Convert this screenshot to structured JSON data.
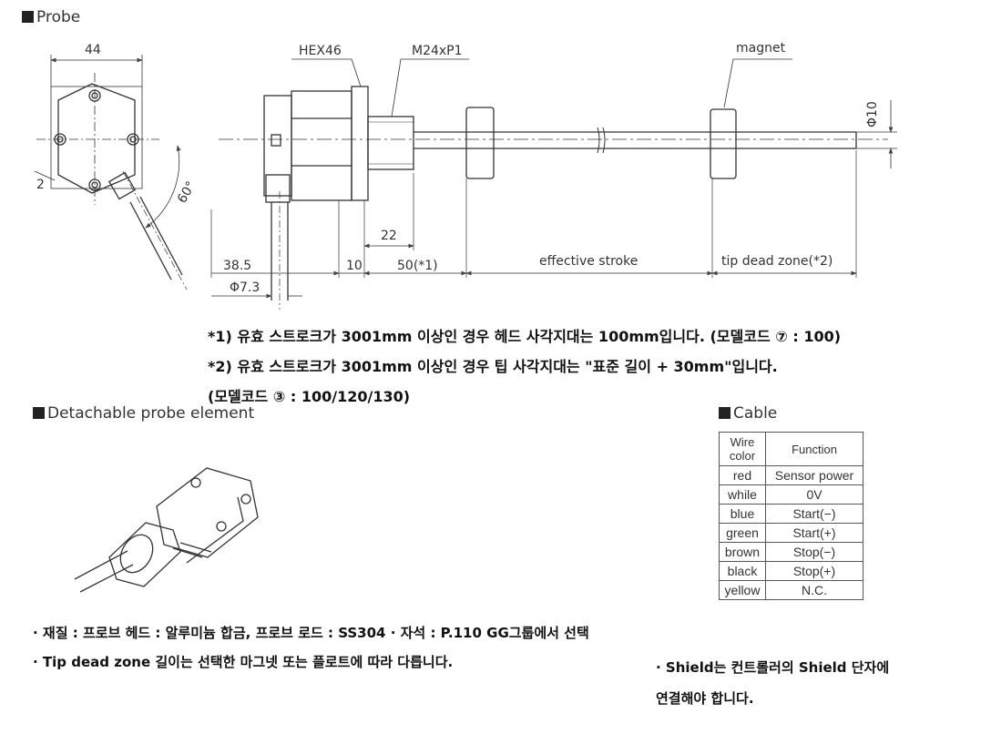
{
  "sections": {
    "probe": "Probe",
    "detachable": "Detachable probe element",
    "cable": "Cable"
  },
  "dimensions": {
    "width_44": "44",
    "hex": "HEX46",
    "thread": "M24xP1",
    "magnet": "magnet",
    "phi10": "Φ10",
    "d2": "2",
    "angle60": "60°",
    "d22": "22",
    "d38_5": "38.5",
    "d10": "10",
    "d50": "50(*1)",
    "phi7_3": "Φ7.3",
    "effective_stroke": "effective stroke",
    "tip_dead_zone": "tip dead zone(*2)"
  },
  "notes": {
    "note1": "*1) 유효 스트로크가 3001mm 이상인 경우 헤드 사각지대는 100mm입니다. (모델코드 ⑦ : 100)",
    "note2": "*2) 유효 스트로크가 3001mm 이상인 경우 팁 사각지대는 \"표준 길이 + 30mm\"입니다.",
    "note3": "(모델코드 ③ : 100/120/130)"
  },
  "bottom_notes": {
    "material": "· 재질 : 프로브 헤드 : 알루미늄 합금, 프로브 로드 : SS304 · 자석 : P.110 GG그룹에서 선택",
    "tip": "· Tip dead zone 길이는 선택한 마그넷 또는 플로트에 따라 다릅니다.",
    "shield1": "· Shield는 컨트롤러의 Shield 단자에",
    "shield2": "연결해야 합니다."
  },
  "cable_table": {
    "header_wire": "Wire color",
    "header_function": "Function",
    "rows": [
      {
        "color": "red",
        "function": "Sensor power"
      },
      {
        "color": "while",
        "function": "0V"
      },
      {
        "color": "blue",
        "function": "Start(−)"
      },
      {
        "color": "green",
        "function": "Start(+)"
      },
      {
        "color": "brown",
        "function": "Stop(−)"
      },
      {
        "color": "black",
        "function": "Stop(+)"
      },
      {
        "color": "yellow",
        "function": "N.C."
      }
    ]
  }
}
